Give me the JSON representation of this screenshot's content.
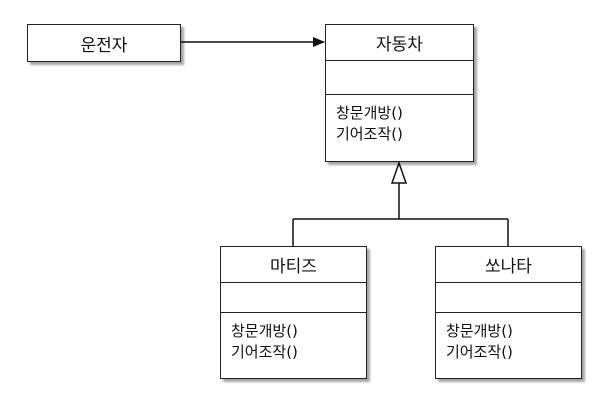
{
  "diagram": {
    "driver": {
      "name": "운전자"
    },
    "car": {
      "name": "자동차",
      "operations": [
        "창문개방()",
        "기어조작()"
      ]
    },
    "matiz": {
      "name": "마티즈",
      "operations": [
        "창문개방()",
        "기어조작()"
      ]
    },
    "sonata": {
      "name": "쏘나타",
      "operations": [
        "창문개방()",
        "기어조작()"
      ]
    }
  }
}
